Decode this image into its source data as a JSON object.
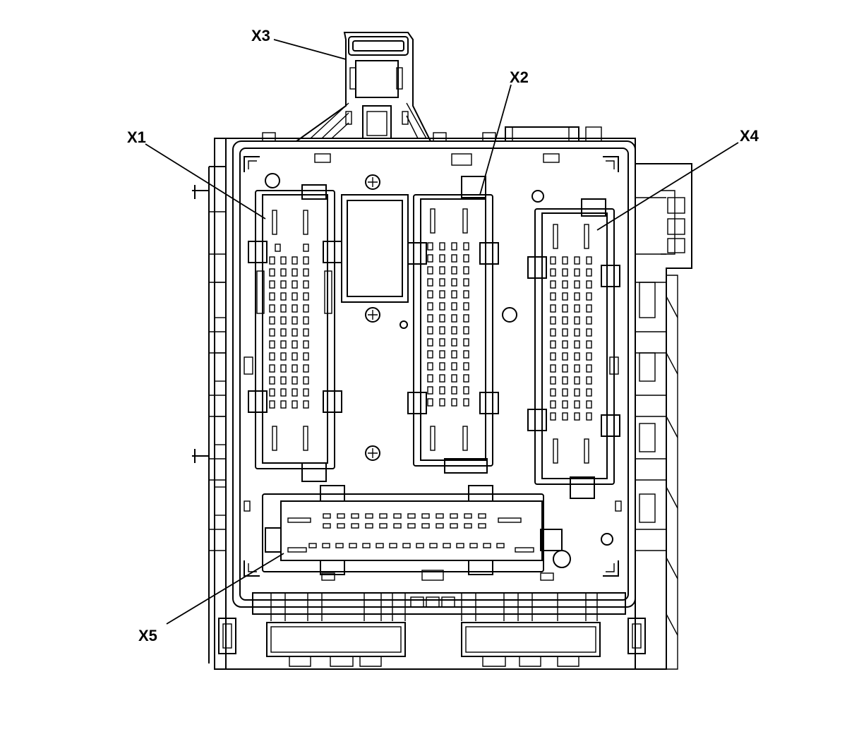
{
  "diagram": {
    "labels": {
      "x1": "X1",
      "x2": "X2",
      "x3": "X3",
      "x4": "X4",
      "x5": "X5"
    },
    "colors": {
      "line": "#000000",
      "background": "#ffffff"
    }
  }
}
